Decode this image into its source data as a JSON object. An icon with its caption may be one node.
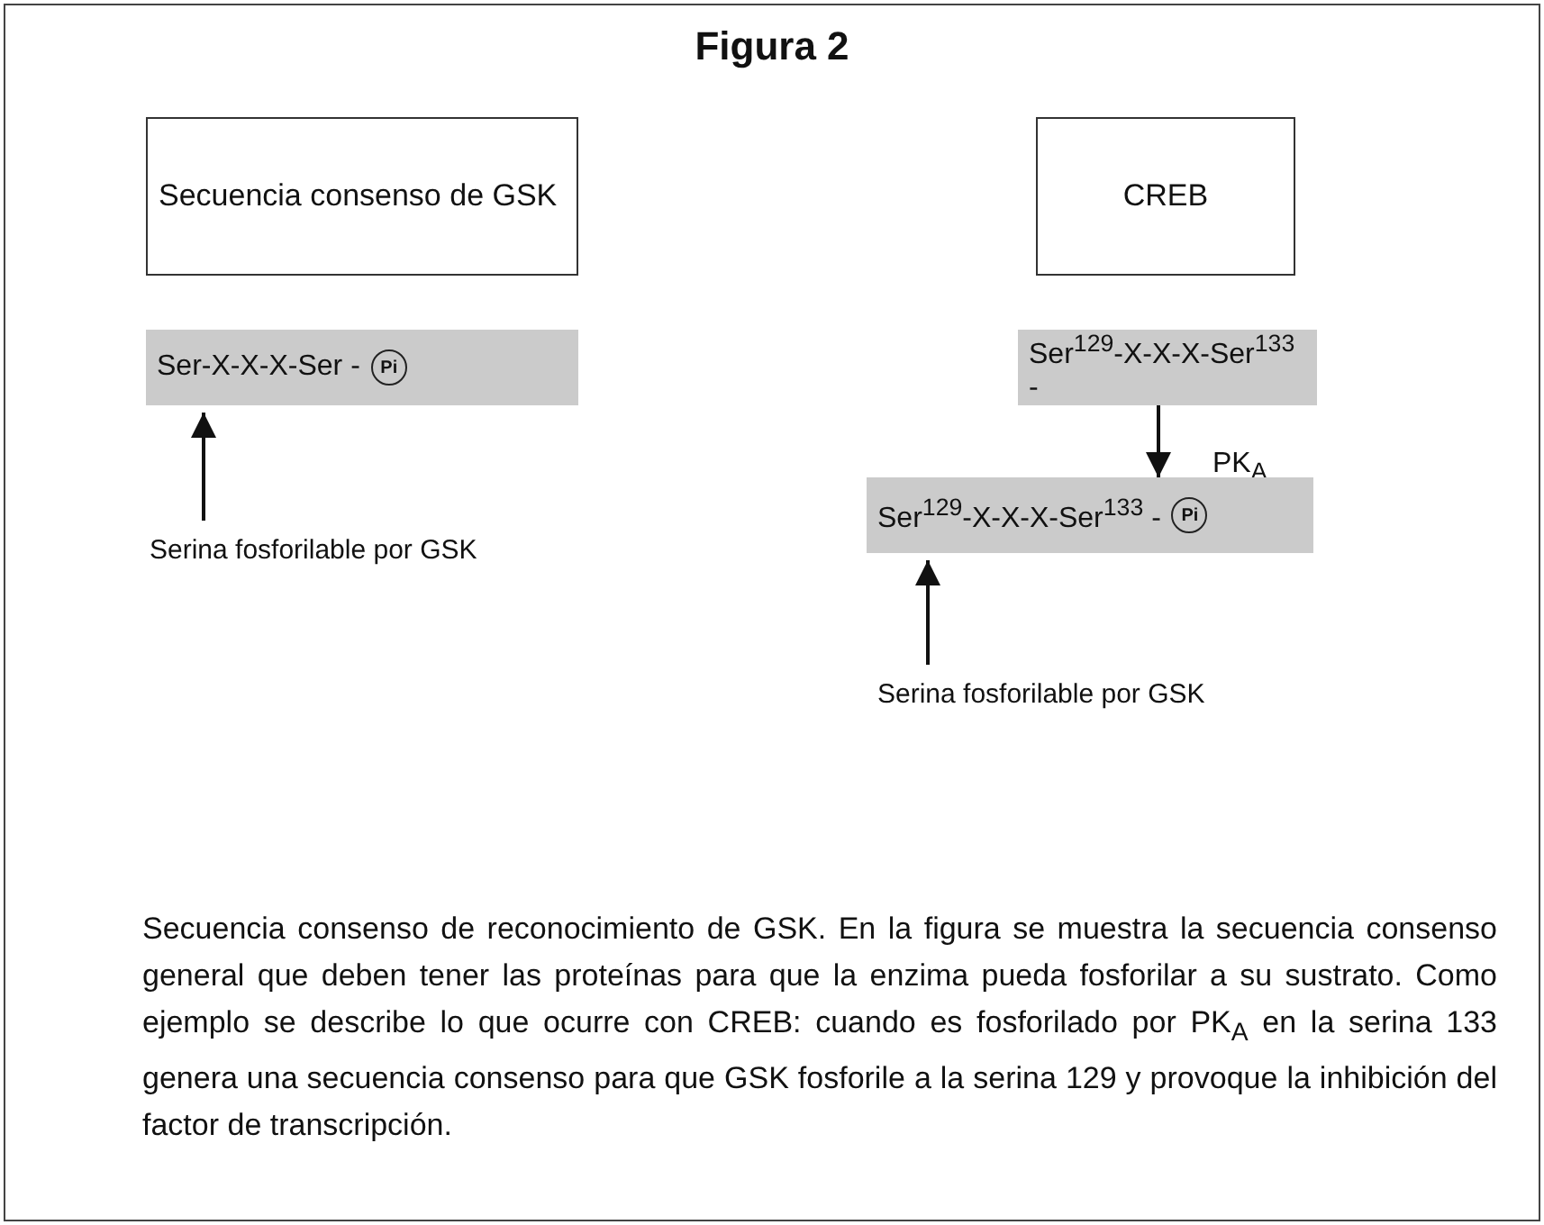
{
  "diagram": {
    "title": "Figura 2",
    "nodes": [
      {
        "text": [
          "Secuencia consenso de GSK"
        ]
      },
      {
        "text": [
          "Ser-X-X-X-Ser -",
          "Pi"
        ]
      },
      {
        "text": [
          "Serina fosforilable por GSK"
        ]
      },
      {
        "text": [
          "CREB"
        ]
      },
      {
        "text": [
          "Ser$^{129}$-X-X-X-Ser$^{133}$ -"
        ]
      },
      {
        "text": [
          "Ser$^{129}$-X-X-X-Ser$^{133}$ -",
          "Pi"
        ]
      },
      {
        "text": [
          "Serina fosforilable por GSK"
        ]
      }
    ],
    "edges": [
      {
        "from": 2,
        "to": 1,
        "arrow": "to"
      },
      {
        "from": 4,
        "to": 5,
        "arrow": "to",
        "label": "PK$_{A}$"
      },
      {
        "from": 6,
        "to": 5,
        "arrow": "to"
      }
    ],
    "caption": "Secuencia consenso de reconocimiento de GSK. En la figura se muestra la secuencia consenso general que deben tener las proteínas para que la enzima pueda fosforilar a su sustrato. Como ejemplo se describe lo que ocurre con CREB: cuando es fosforilado por PK$_{A}$ en la serina 133 genera una secuencia consenso para que GSK fosforile a la serina 129 y provoque la inhibición del factor de transcripción."
  }
}
